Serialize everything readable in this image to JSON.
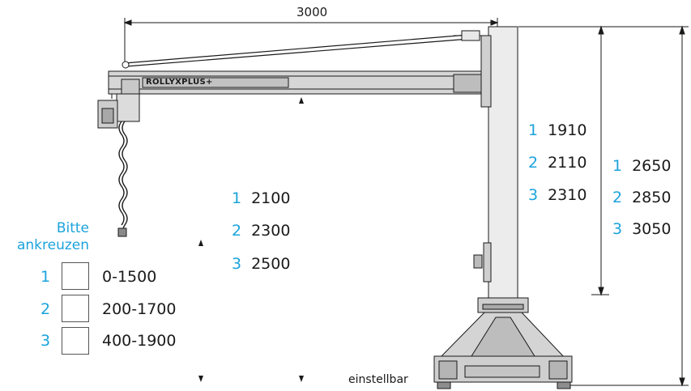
{
  "dimension_width": "3000",
  "brand_label": "ROLLYXPLUS+",
  "column_heights": [
    {
      "num": "1",
      "value": "1910"
    },
    {
      "num": "2",
      "value": "2110"
    },
    {
      "num": "3",
      "value": "2310"
    }
  ],
  "total_heights": [
    {
      "num": "1",
      "value": "2650"
    },
    {
      "num": "2",
      "value": "2850"
    },
    {
      "num": "3",
      "value": "3050"
    }
  ],
  "hook_heights": [
    {
      "num": "1",
      "value": "2100"
    },
    {
      "num": "2",
      "value": "2300"
    },
    {
      "num": "3",
      "value": "2500"
    }
  ],
  "selection": {
    "hint_line1": "Bitte",
    "hint_line2": "ankreuzen",
    "options": [
      {
        "num": "1",
        "range": "0-1500"
      },
      {
        "num": "2",
        "range": "200-1700"
      },
      {
        "num": "3",
        "range": "400-1900"
      }
    ]
  },
  "adjustable_label": "einstellbar",
  "colors": {
    "accent": "#1ba3dc",
    "metal": "#cfcfcf",
    "metal_dark": "#9a9a9a",
    "line": "#1a1a1a"
  }
}
